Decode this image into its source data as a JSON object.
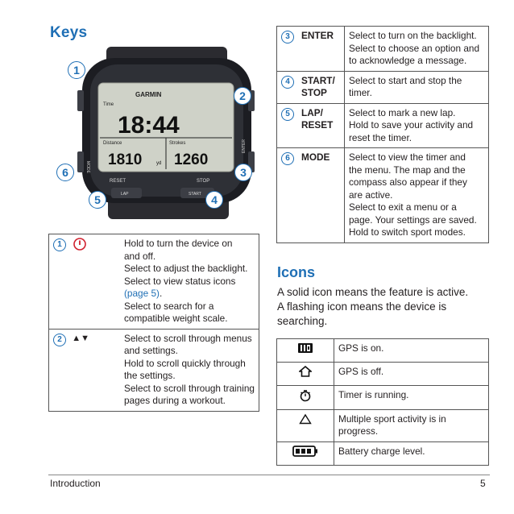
{
  "left": {
    "heading": "Keys",
    "callouts": [
      "1",
      "2",
      "3",
      "4",
      "5",
      "6"
    ],
    "watch": {
      "brand": "GARMIN",
      "time_label": "Time",
      "time_value": "18:44",
      "distance_label": "Distance",
      "distance_value": "1810",
      "distance_unit": "yd",
      "strokes_label": "Strokes",
      "strokes_value": "1260",
      "reset_label": "RESET",
      "stop_label": "STOP",
      "lap_label": "LAP",
      "start_label": "START",
      "mode_label": "MODE",
      "enter_label": "ENTER"
    },
    "rows": [
      {
        "num": "1",
        "lines": [
          "Hold  to turn the device on",
          "and off.",
          "Select to adjust the backlight.",
          "Select to view status icons",
          "",
          "Select to search for a",
          "compatible weight scale."
        ],
        "link": "(page 5)"
      },
      {
        "num": "2",
        "key": "▲▼",
        "lines": [
          "Select to scroll through menus",
          "and settings.",
          "Hold to scroll quickly through",
          "the settings.",
          "Select to scroll through training",
          "pages during a workout."
        ]
      }
    ]
  },
  "right": {
    "rows": [
      {
        "num": "3",
        "key_lines": [
          "ENTER"
        ],
        "lines": [
          "Select to turn on the backlight.",
          "Select to choose an option and",
          "to acknowledge a message."
        ]
      },
      {
        "num": "4",
        "key_lines": [
          "START/",
          "STOP"
        ],
        "lines": [
          "Select to start and stop the",
          "timer."
        ]
      },
      {
        "num": "5",
        "key_lines": [
          "LAP/",
          "RESET"
        ],
        "lines": [
          "Select to mark a new lap.",
          "Hold to save your activity and",
          "reset the timer."
        ]
      },
      {
        "num": "6",
        "key_lines": [
          "MODE"
        ],
        "lines": [
          "Select to view the timer and",
          "the menu. The map and the",
          "compass also appear if they",
          "are active.",
          "Select to exit a menu or a",
          "page. Your settings are saved.",
          "Hold to switch sport modes."
        ]
      }
    ],
    "icons_heading": "Icons",
    "icons_intro": [
      "A solid icon means the feature is active.",
      "A flashing icon means the device is",
      "searching."
    ],
    "icons": [
      {
        "icon": "gps-on-icon",
        "text": [
          "GPS is on."
        ]
      },
      {
        "icon": "gps-off-icon",
        "text": [
          "GPS is off."
        ]
      },
      {
        "icon": "timer-icon",
        "text": [
          "Timer is running."
        ]
      },
      {
        "icon": "multisport-icon",
        "text": [
          "Multiple sport activity is in",
          "progress."
        ]
      },
      {
        "icon": "battery-icon",
        "text": [
          "Battery charge level."
        ]
      }
    ]
  },
  "footer": {
    "section": "Introduction",
    "page": "5"
  },
  "colors": {
    "accent": "#1f6fb5",
    "power_red": "#d0202e"
  }
}
